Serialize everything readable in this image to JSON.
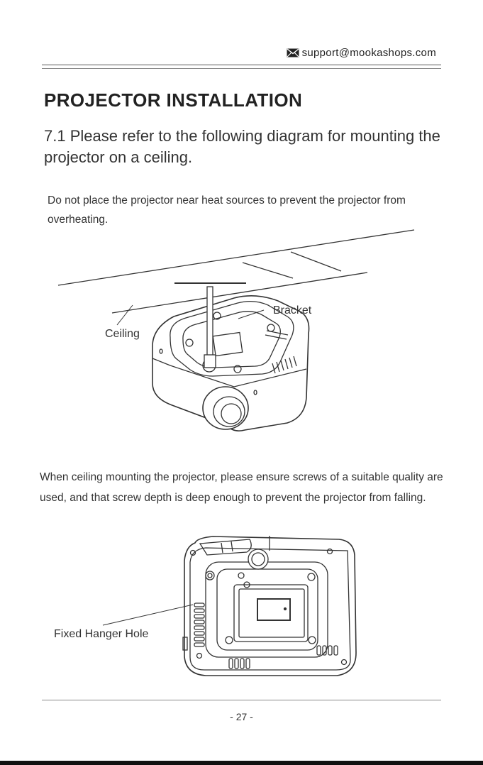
{
  "header": {
    "email": "support@mookashops.com",
    "email_icon": "envelope-icon"
  },
  "title": "PROJECTOR INSTALLATION",
  "subheading": "7.1 Please refer to the following diagram for mounting the projector on a ceiling.",
  "note": "Do not place the projector near heat sources to prevent the projector from overheating.",
  "figure1": {
    "labels": {
      "bracket": "Bracket",
      "ceiling": "Ceiling"
    }
  },
  "paragraph": "When ceiling mounting the projector, please ensure screws of a suitable quality are used, and that screw depth is deep enough to prevent the projector from falling.",
  "figure2": {
    "labels": {
      "hanger_hole": "Fixed Hanger Hole"
    }
  },
  "footer": {
    "page_number": "- 27 -"
  },
  "colors": {
    "text": "#222222",
    "line": "#333333",
    "background": "#ffffff"
  }
}
